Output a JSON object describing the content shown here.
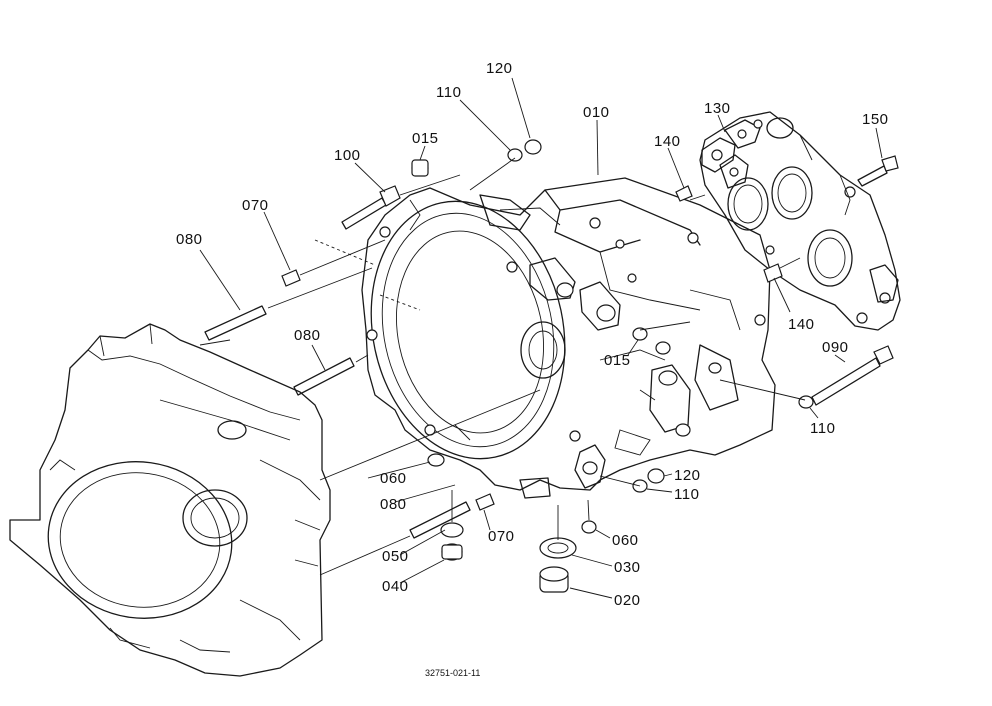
{
  "diagram": {
    "reference_code": "32751-021-11",
    "callouts": [
      {
        "id": "c010",
        "label": "010"
      },
      {
        "id": "c015a",
        "label": "015"
      },
      {
        "id": "c015b",
        "label": "015"
      },
      {
        "id": "c020",
        "label": "020"
      },
      {
        "id": "c030",
        "label": "030"
      },
      {
        "id": "c040",
        "label": "040"
      },
      {
        "id": "c050",
        "label": "050"
      },
      {
        "id": "c060a",
        "label": "060"
      },
      {
        "id": "c060b",
        "label": "060"
      },
      {
        "id": "c070a",
        "label": "070"
      },
      {
        "id": "c070b",
        "label": "070"
      },
      {
        "id": "c080a",
        "label": "080"
      },
      {
        "id": "c080b",
        "label": "080"
      },
      {
        "id": "c080c",
        "label": "080"
      },
      {
        "id": "c090",
        "label": "090"
      },
      {
        "id": "c100",
        "label": "100"
      },
      {
        "id": "c110a",
        "label": "110"
      },
      {
        "id": "c110b",
        "label": "110"
      },
      {
        "id": "c110c",
        "label": "110"
      },
      {
        "id": "c120a",
        "label": "120"
      },
      {
        "id": "c120b",
        "label": "120"
      },
      {
        "id": "c130",
        "label": "130"
      },
      {
        "id": "c140a",
        "label": "140"
      },
      {
        "id": "c140b",
        "label": "140"
      },
      {
        "id": "c150",
        "label": "150"
      }
    ]
  }
}
